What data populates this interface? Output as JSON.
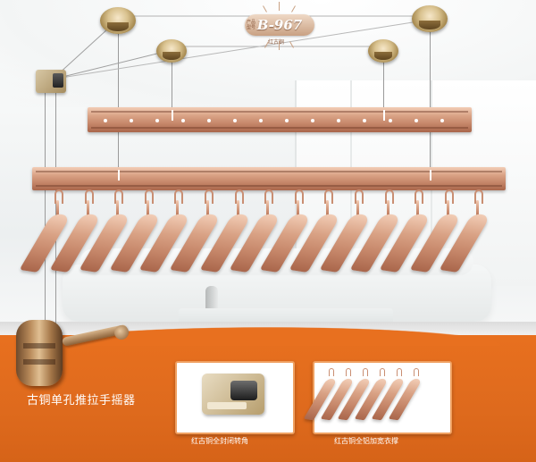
{
  "product": {
    "model": "B-967",
    "model_prefix": "产品型号",
    "finish_label": "红古铜"
  },
  "main_caption": "古铜单孔推拉手摇器",
  "insets": [
    {
      "caption": "红古铜全封闭转角"
    },
    {
      "caption": "红古铜全铝加宽衣撑"
    }
  ],
  "colors": {
    "orange_band": "#e8701f",
    "copper": "#c6876a",
    "antique_bronze": "#a4874d"
  }
}
